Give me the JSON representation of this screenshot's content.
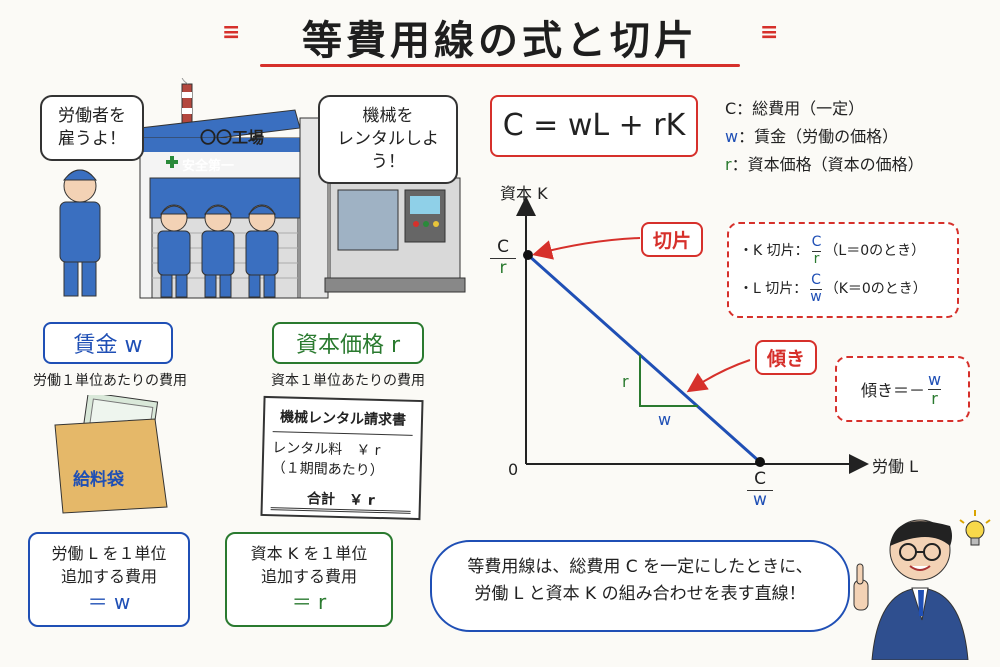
{
  "title": "等費用線の式と切片",
  "factory": {
    "bubble_left": "労働者を\n雇うよ！",
    "sign": "〇〇工場",
    "safety": "安全第一",
    "bubble_right": "機械を\nレンタルしよう！"
  },
  "wage": {
    "label": "賃金 w",
    "note": "労働１単位あたりの費用",
    "envelope": "給料袋",
    "cost_line1": "労働 L を１単位",
    "cost_line2": "追加する費用",
    "cost_line3": "＝ w"
  },
  "capital": {
    "label": "資本価格 r",
    "note": "資本１単位あたりの費用",
    "invoice_title": "機械レンタル請求書",
    "invoice_row1": "レンタル料　￥ r",
    "invoice_row2": "（１期間あたり）",
    "invoice_total": "合計　￥ r",
    "cost_line1": "資本 K を１単位",
    "cost_line2": "追加する費用",
    "cost_line3": "＝ r"
  },
  "formula": "C = wL + rK",
  "legend": [
    {
      "sym": "C",
      "text": "：総費用（一定）"
    },
    {
      "sym": "w",
      "text": "：賃金（労働の価格）"
    },
    {
      "sym": "r",
      "text": "：資本価格（資本の価格）"
    }
  ],
  "graph": {
    "y_label": "資本 K",
    "x_label": "労働 L",
    "origin": "0",
    "y_int_num": "C",
    "y_int_den": "r",
    "x_int_num": "C",
    "x_int_den": "w",
    "rise": "r",
    "run": "w"
  },
  "intercept_tag": "切片",
  "intercept_k_prefix": "・K 切片：",
  "intercept_k_num": "C",
  "intercept_k_den": "r",
  "intercept_k_cond": "（L＝0のとき）",
  "intercept_l_prefix": "・L 切片：",
  "intercept_l_num": "C",
  "intercept_l_den": "w",
  "intercept_l_cond": "（K＝0のとき）",
  "slope_tag": "傾き",
  "slope_prefix": "傾き＝－",
  "slope_num": "w",
  "slope_den": "r",
  "summary_line1": "等費用線は、総費用 C を一定にしたときに、",
  "summary_line2": "労働 L と資本 K の組み合わせを表す直線！",
  "colors": {
    "red": "#d6302b",
    "blue": "#1f4fb5",
    "green": "#2a7a2f"
  }
}
